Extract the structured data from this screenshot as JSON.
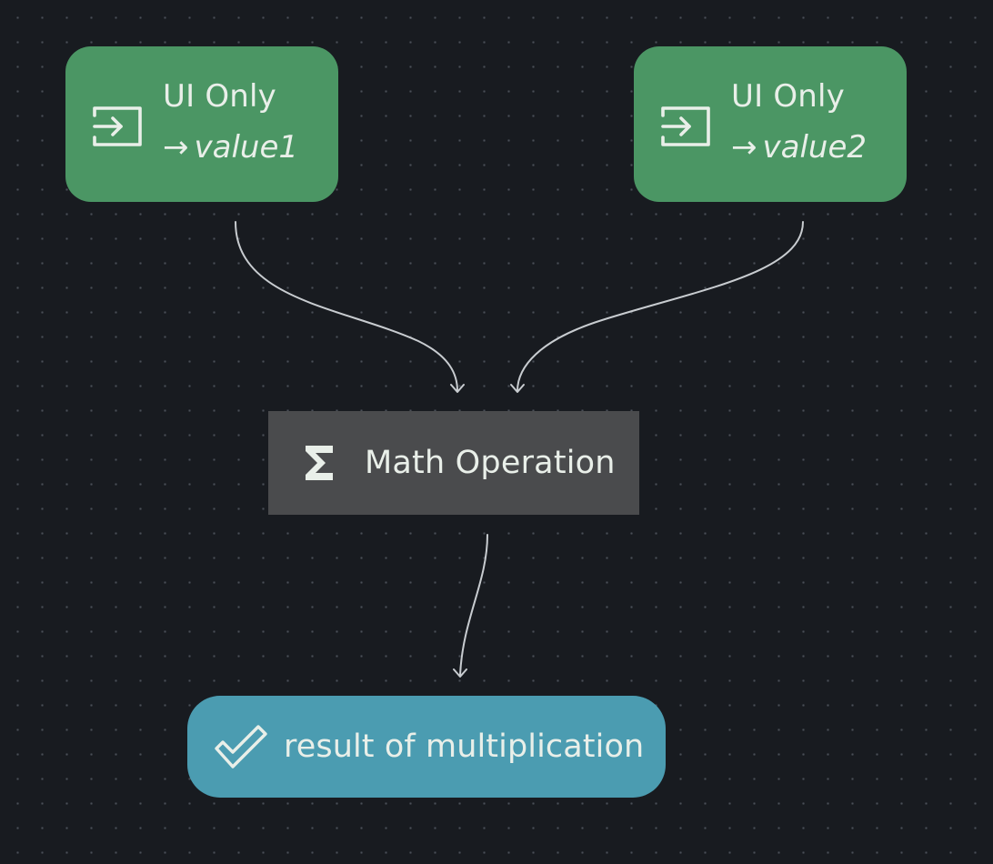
{
  "diagram": {
    "colors": {
      "background": "#181b20",
      "grid_dot": "#4a4f57",
      "input_node": "#4b9664",
      "math_node": "#4a4b4d",
      "output_node": "#4b9cb1",
      "edge": "#c8ccd0",
      "text": "#e9efe9"
    },
    "nodes": {
      "input1": {
        "kind_label": "UI Only",
        "arrow": "→",
        "variable": "value1",
        "icon": "enter-icon"
      },
      "input2": {
        "kind_label": "UI Only",
        "arrow": "→",
        "variable": "value2",
        "icon": "enter-icon"
      },
      "math": {
        "label": "Math Operation",
        "icon": "sigma-icon"
      },
      "output": {
        "label": "result of multiplication",
        "icon": "checkmark-icon"
      }
    },
    "edges": [
      {
        "from": "input1",
        "to": "math"
      },
      {
        "from": "input2",
        "to": "math"
      },
      {
        "from": "math",
        "to": "output"
      }
    ]
  }
}
